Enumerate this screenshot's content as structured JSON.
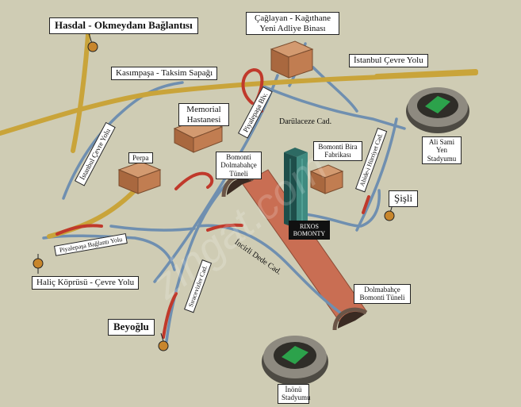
{
  "map": {
    "landmarks": {
      "hasdal": "Hasdal - Okmeydanı Bağlantısı",
      "caglayan": "Çağlayan - Kağıthane Yeni Adliye Binası",
      "istanbul_cevre_yolu_top": "İstanbul Çevre Yolu",
      "kasimpasa": "Kasımpaşa - Taksim Sapağı",
      "memorial": "Memorial Hastanesi",
      "perpa": "Perpa",
      "bomonti_tunnel_top": "Bomonti Dolmabahçe Tüneli",
      "bomonti_bira": "Bomonti Bira Fabrikası",
      "ali_sami_yen": "Ali Sami Yen Stadyumu",
      "sisli": "Şişli",
      "rixos": "RIXOS BOMONTY",
      "halic": "Haliç Köprüsü - Çevre Yolu",
      "beyoglu": "Beyoğlu",
      "dolmabahce_tunnel_bottom": "Dolmabahçe Bomonti Tüneli",
      "inonu": "İnönü Stadyumu"
    },
    "roads": {
      "piyalepasa_blv": "Piyalepaşa Blv.",
      "darulaceze": "Darülaceze Cad.",
      "istanbul_cevre_yolu_left": "İstanbul Çevre Yolu",
      "abide_i_hurriyet": "Abide-i Hürriyet Cad.",
      "piyalepasa_baglanti": "Piyalepaşa Bağlantı Yolu",
      "incirli_dede": "İncirli Dede Cad.",
      "sracevizler": "Sıracevizler Cad."
    },
    "watermark": "zingat.com",
    "colors": {
      "background": "#cfccb4",
      "highway": "#c9a43a",
      "street": "#6f8fb0",
      "route": "#c0392b",
      "tunnel": "#c96a4e",
      "building": "#b87a52",
      "pin": "#c8862c"
    }
  }
}
